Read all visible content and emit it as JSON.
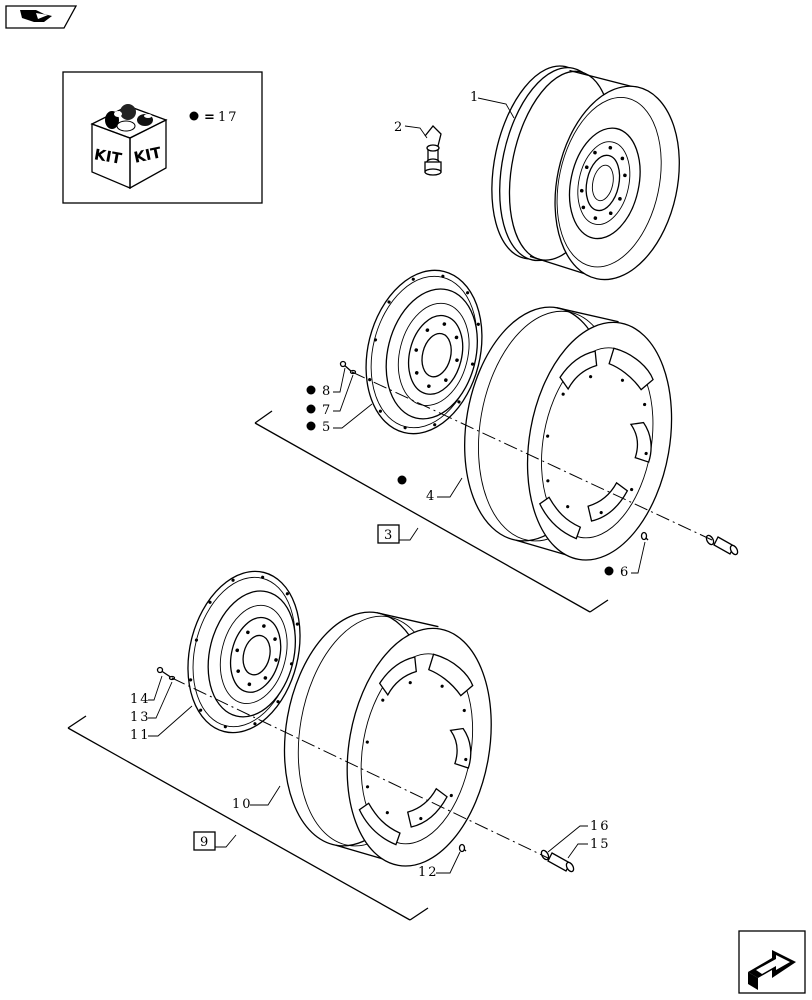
{
  "nav": {
    "back_icon": "back-arrow-icon",
    "next_icon": "next-arrow-icon"
  },
  "kit": {
    "box_text_left": "KIT",
    "box_text_right": "KIT",
    "equals": "=",
    "ref": "17"
  },
  "callouts": {
    "n1": "1",
    "n2": "2",
    "n3": "3",
    "n4": "4",
    "n5": "5",
    "n6": "6",
    "n7": "7",
    "n8": "8",
    "n9": "9",
    "n10": "10",
    "n11": "11",
    "n12": "12",
    "n13": "13",
    "n14": "14",
    "n15": "15",
    "n16": "16"
  }
}
